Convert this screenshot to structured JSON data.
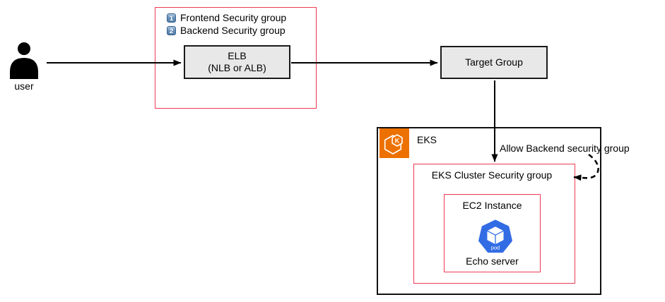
{
  "diagram": {
    "user": {
      "label": "user"
    },
    "security_groups_box": {
      "legend": [
        {
          "number": "1",
          "label": "Frontend Security group"
        },
        {
          "number": "2",
          "label": "Backend Security group"
        }
      ],
      "elb_node": {
        "line1": "ELB",
        "line2": "(NLB or ALB)"
      }
    },
    "target_group_node": {
      "label": "Target Group"
    },
    "eks_box": {
      "label": "EKS",
      "icon_letter": "K",
      "allow_note": "Allow Backend security group",
      "cluster_sg_box": {
        "label": "EKS Cluster Security group",
        "ec2_box": {
          "label": "EC2 Instance",
          "pod_icon_label": "pod",
          "server_label": "Echo server"
        }
      }
    },
    "colors": {
      "security_group_red": "#ed3b54",
      "node_fill": "#e8e8e8",
      "node_border": "#1a1a1a",
      "eks_orange": "#ed7100",
      "pod_blue": "#326ce5",
      "arrow_black": "#000000",
      "badge_blue": "#6b93ba"
    }
  }
}
